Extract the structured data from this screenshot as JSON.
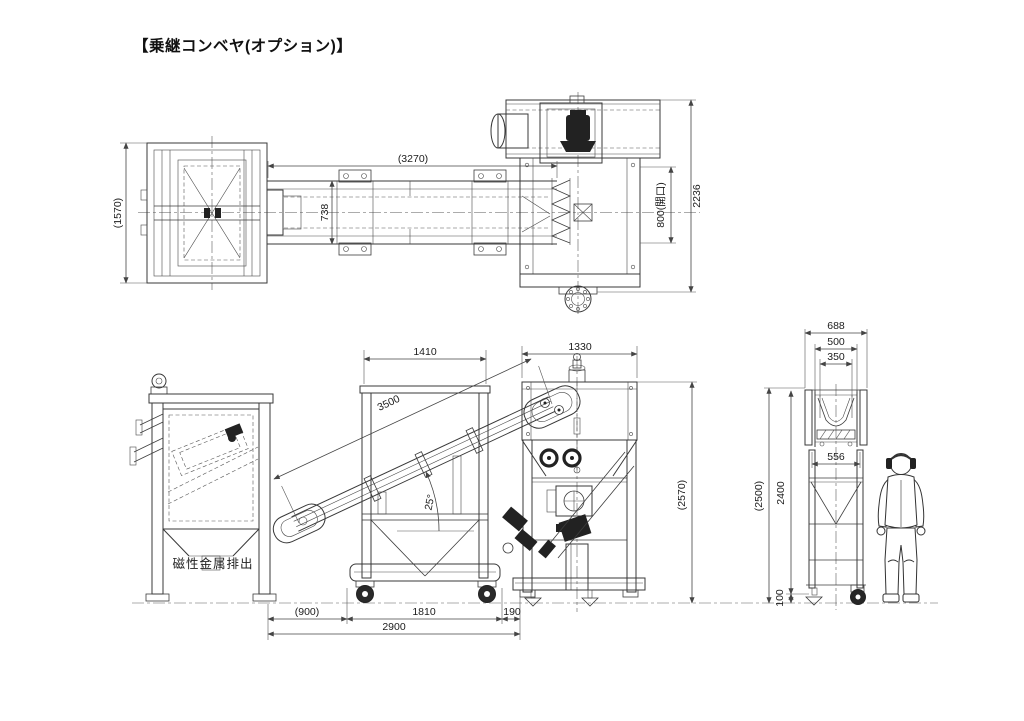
{
  "title": "【乗継コンベヤ(オプション)】",
  "views": {
    "plan": {
      "dims": {
        "conveyor_length": "(3270)",
        "separator_width": "(1570)",
        "conveyor_width": "738",
        "station_depth": "2236",
        "opening": "800(開口)"
      }
    },
    "front": {
      "labels": {
        "magnetic_discharge": "磁性金属排出"
      },
      "dims": {
        "frame_width": "1410",
        "belt_length": "3500",
        "incline_angle": "25°",
        "hopper_width": "1330",
        "station_height": "(2570)",
        "left_span": "(900)",
        "wheel_span": "1810",
        "rear_span": "190",
        "total_span": "2900"
      }
    },
    "side": {
      "dims": {
        "overall_width": "688",
        "upper_width": "500",
        "chute_width": "350",
        "frame_width": "556",
        "overall_height": "(2500)",
        "frame_height": "2400",
        "caster_height": "100"
      }
    }
  }
}
